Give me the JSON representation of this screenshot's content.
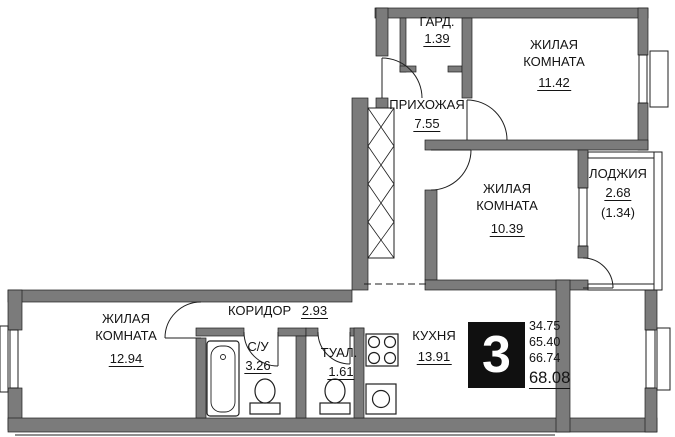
{
  "colors": {
    "bg": "#ffffff",
    "wall": "#7b7b7b",
    "line": "#1f1f1f",
    "text": "#141414",
    "summary_bg": "#101010",
    "summary_text": "#ffffff"
  },
  "rooms": {
    "wardrobe": {
      "name": "ГАРД.",
      "area": "1.39"
    },
    "living_top": {
      "name1": "ЖИЛАЯ",
      "name2": "КОМНАТА",
      "area": "11.42"
    },
    "hall": {
      "name": "ПРИХОЖАЯ",
      "area": "7.55"
    },
    "living_mid": {
      "name1": "ЖИЛАЯ",
      "name2": "КОМНАТА",
      "area": "10.39"
    },
    "loggia": {
      "name": "ЛОДЖИЯ",
      "area": "2.68",
      "area_coeff": "(1.34)"
    },
    "living_bottom": {
      "name1": "ЖИЛАЯ",
      "name2": "КОМНАТА",
      "area": "12.94"
    },
    "corridor": {
      "name": "КОРИДОР",
      "area": "2.93"
    },
    "bathroom": {
      "name": "С/У",
      "area": "3.26"
    },
    "wc": {
      "name": "ТУАЛ.",
      "area": "1.61"
    },
    "kitchen": {
      "name": "КУХНЯ",
      "area": "13.91"
    }
  },
  "summary": {
    "rooms_count": "3",
    "areas": [
      "34.75",
      "65.40",
      "66.74"
    ],
    "area_total": "68.08"
  }
}
